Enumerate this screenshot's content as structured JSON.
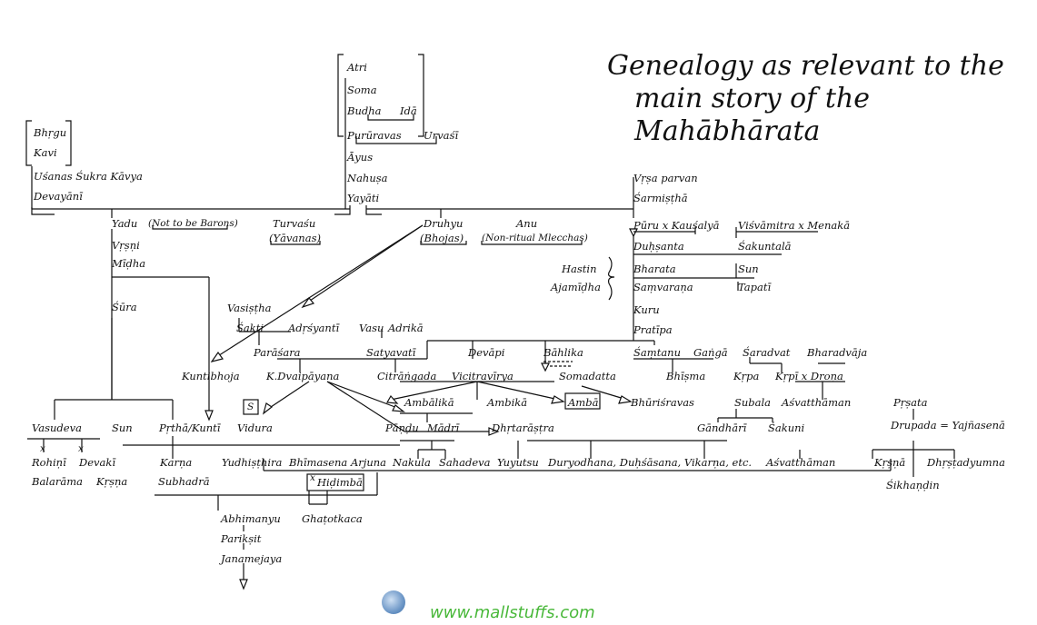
{
  "title": {
    "line1": "Genealogy as relevant to the",
    "line2": "main story of the Mahābhārata"
  },
  "footer": "www.mallstuffs.com",
  "names": {
    "atri": "Atri",
    "soma": "Soma",
    "budha": "Budha",
    "ida": "Idā",
    "pururavas": "Purūravas",
    "urvasi": "Urvaśī",
    "ayus": "Āyus",
    "nahusa": "Nahuṣa",
    "yayati": "Yayāti",
    "bhrgu": "Bhṛgu",
    "kavi": "Kavi",
    "usanas": "Uśanas Śukra Kāvya",
    "devayani": "Devayānī",
    "vrsaparvan": "Vṛṣa parvan",
    "sarmistha": "Śarmiṣṭhā",
    "yadu": "Yadu",
    "barons": "Not to be Barons",
    "turvasu": "Turvaśu",
    "yavanas": "Yāvanas",
    "druhyu": "Druhyu",
    "bhojas": "Bhojas",
    "anu": "Anu",
    "mlecchas": "Non-ritual Mlecchas",
    "puru": "Pūru x Kauśalyā",
    "visvamitra": "Viśvāmitra x Menakā",
    "dusanta": "Duḥṣanta",
    "sakuntala": "Śakuntalā",
    "hastin": "Hastin",
    "ajamidha": "Ajamīḍha",
    "bharata": "Bharata",
    "sun1": "Sun",
    "samvarana": "Saṃvaraṇa",
    "tapati": "Tapatī",
    "kuru": "Kuru",
    "pratipa": "Pratīpa",
    "vrsni": "Vṛṣṇi",
    "midha": "Mīḍha",
    "sura": "Śūra",
    "vasistha": "Vasiṣṭha",
    "sakti": "Śakti",
    "adrsyanti": "Adṛśyantī",
    "vasu": "Vasu",
    "adrika": "Adrikā",
    "parasara": "Parāśara",
    "satyavati": "Satyavatī",
    "devapi": "Devāpi",
    "bahlika": "Bāhlika",
    "samtanu": "Śaṃtanu",
    "ganga": "Gaṅgā",
    "saradvat": "Śaradvat",
    "bharadvaja": "Bharadvāja",
    "kuntibhoja": "Kuntibhoja",
    "kdvaipayana": "K.Dvaipāyana",
    "citrangada": "Citrāṅgada",
    "vicitravirya": "Vicitravīrya",
    "somadatta": "Somadatta",
    "bhisma": "Bhīṣma",
    "krpa": "Kṛpa",
    "krpidrona": "Kṛpī x Droṇa",
    "sbox": "S",
    "ambalika": "Ambālikā",
    "ambika": "Ambikā",
    "amba": "Ambā",
    "bhurisravas": "Bhūriśravas",
    "subala": "Subala",
    "asvatthaman1": "Aśvatthāman",
    "prsata": "Pṛṣata",
    "vasudeva": "Vasudeva",
    "sun2": "Sun",
    "prtha": "Pṛthā/Kuntī",
    "vidura": "Vidura",
    "pandu": "Pāṇḍu",
    "madri": "Mādrī",
    "dhrtarastra": "Dhṛtarāṣṭra",
    "gandhari": "Gāndhārī",
    "sakuni": "Śakuni",
    "drupada": "Drupada = Yajñasenā",
    "rohini": "Rohiṇī",
    "devaki": "Devakī",
    "karna": "Karṇa",
    "yudhisthira": "Yudhiṣṭhira",
    "bhimasena": "Bhīmasena",
    "arjuna": "Arjuna",
    "nakula": "Nakula",
    "sahadeva": "Sahadeva",
    "yuyutsu": "Yuyutsu",
    "duryodhana": "Duryodhana, Duḥśāsana, Vikarṇa, etc.",
    "asvatthaman2": "Aśvatthāman",
    "krsna2": "Kṛṣṇā",
    "dhrstadyumna": "Dhṛṣṭadyumna",
    "balarama": "Balarāma",
    "krsna1": "Kṛṣṇa",
    "subhadra": "Subhadrā",
    "hidimba": "Hiḍimbā",
    "sikhandin": "Śikhaṇḍin",
    "abhimanyu": "Abhimanyu",
    "ghatotkaca": "Ghaṭotkaca",
    "pariksit": "Parikṣit",
    "janamejaya": "Janamejaya"
  }
}
